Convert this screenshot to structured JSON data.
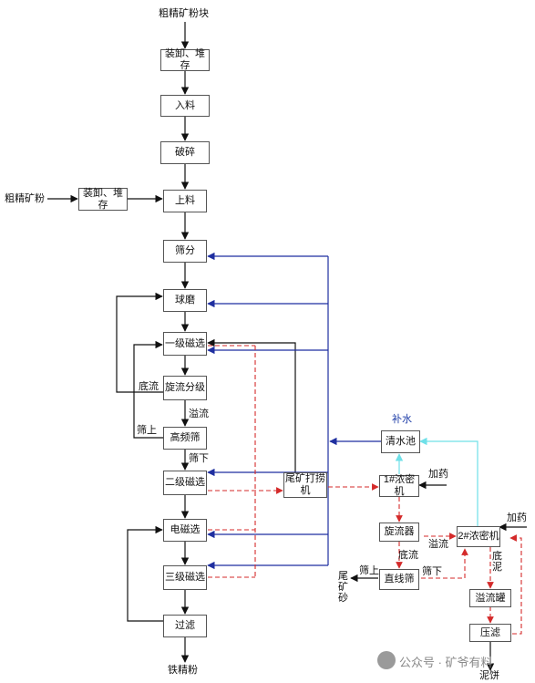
{
  "nodes": {
    "loading_stack_1": "装卸、堆存",
    "feeding": "入料",
    "crushing": "破碎",
    "loading_stack_2": "装卸、堆存",
    "loading": "上料",
    "screening": "筛分",
    "ball_mill": "球磨",
    "mag_sep_1": "一级磁选",
    "cyclone_classify": "旋流分级",
    "high_freq_screen": "高频筛",
    "mag_sep_2": "二级磁选",
    "tailings_dredger": "尾矿打捞机",
    "electromagnetic_sep": "电磁选",
    "mag_sep_3": "三级磁选",
    "filtering": "过滤",
    "clear_water_pool": "清水池",
    "thickener_1": "1#浓密机",
    "cyclone": "旋流器",
    "linear_screen": "直线筛",
    "thickener_2": "2#浓密机",
    "overflow_tank": "溢流罐",
    "press_filter": "压滤"
  },
  "labels": {
    "raw_ore_lump": "粗精矿粉块",
    "raw_ore_powder": "粗精矿粉",
    "iron_concentrate": "铁精粉",
    "underflow_1": "底流",
    "overflow_1": "溢流",
    "oversize_1": "筛上",
    "undersize_1": "筛下",
    "makeup_water": "补水",
    "add_reagent_1": "加药",
    "add_reagent_2": "加药",
    "underflow_2": "底流",
    "overflow_2": "溢流",
    "undersize_2": "筛下",
    "oversize_2": "筛上",
    "tailing_sand": "尾矿砂",
    "underflow_mud": "底泥",
    "mud_cake": "泥饼"
  },
  "watermark": "公众号 · 矿爷有料",
  "colors": {
    "main_line": "#111111",
    "return_line": "#1f2fa0",
    "tailings_line": "#d42a2a",
    "water_line": "#6fe0e8",
    "box_border": "#555555"
  }
}
